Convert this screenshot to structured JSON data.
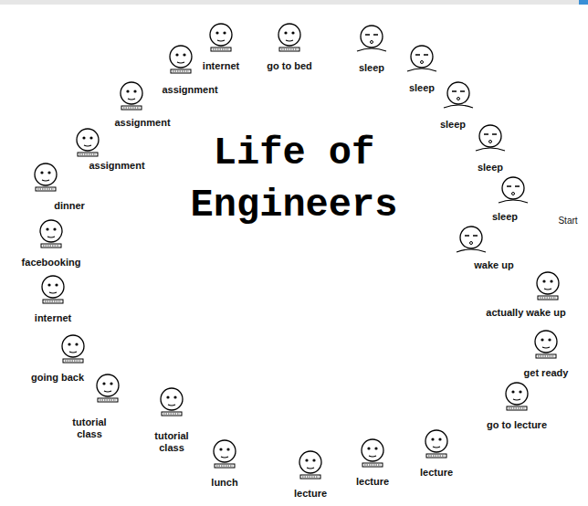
{
  "diagram": {
    "title": "Life of Engineers",
    "labels": [
      "internet",
      "go to bed",
      "sleep",
      "sleep",
      "sleep",
      "sleep",
      "sleep",
      "Start",
      "wake up",
      "actually wake up",
      "get ready",
      "go to lecture",
      "lecture",
      "lecture",
      "lecture",
      "lunch",
      "tutorial class",
      "tutorial class",
      "going back",
      "internet",
      "facebooking",
      "dinner",
      "assignment",
      "assignment",
      "assignment"
    ]
  }
}
